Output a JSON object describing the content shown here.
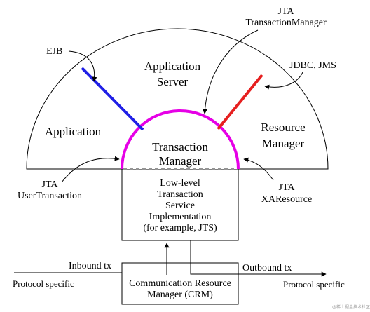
{
  "diagram": {
    "labels": {
      "ejb": "EJB",
      "jta_tm_line1": "JTA",
      "jta_tm_line2": "TransactionManager",
      "app_server_line1": "Application",
      "app_server_line2": "Server",
      "jdbc_jms": "JDBC, JMS",
      "application": "Application",
      "resource_manager_line1": "Resource",
      "resource_manager_line2": "Manager",
      "tm_line1": "Transaction",
      "tm_line2": "Manager",
      "jta_ut_line1": "JTA",
      "jta_ut_line2": "UserTransaction",
      "jta_xa_line1": "JTA",
      "jta_xa_line2": "XAResource",
      "low_level_1": "Low-level",
      "low_level_2": "Transaction",
      "low_level_3": "Service",
      "low_level_4": "Implementation",
      "low_level_5": "(for example, JTS)",
      "inbound_tx": "Inbound tx",
      "outbound_tx": "Outbound tx",
      "protocol_left": "Protocol specific",
      "protocol_right": "Protocol specific",
      "crm_line1": "Communication Resource",
      "crm_line2": "Manager (CRM)",
      "watermark": "@稀土掘金技术社区"
    },
    "colors": {
      "ejb_line": "#1f1fe6",
      "jdbc_line": "#e61f1f",
      "transaction_manager_arc": "#e600e6",
      "outline": "#000000"
    }
  }
}
